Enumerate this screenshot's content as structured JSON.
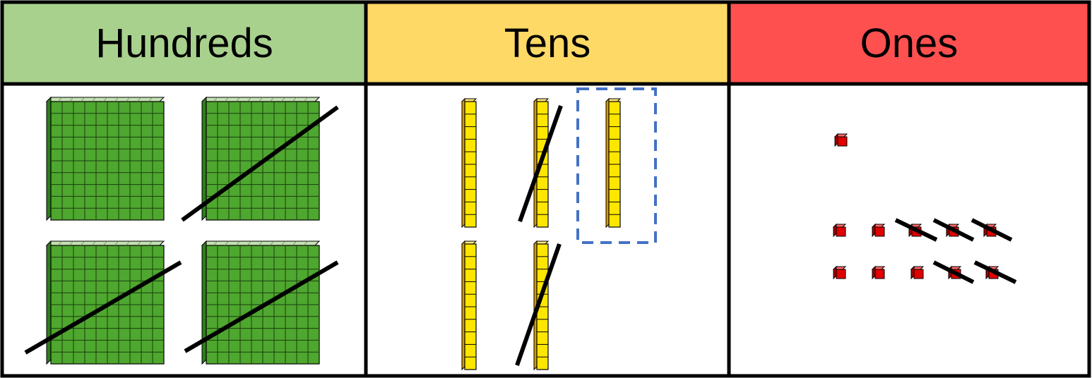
{
  "headers": {
    "hundreds": "Hundreds",
    "tens": "Tens",
    "ones": "Ones"
  },
  "colors": {
    "hundreds_header": "#a9d18e",
    "tens_header": "#ffd966",
    "ones_header": "#ff5050",
    "border": "#000000",
    "hundred_face": "#4ea72e",
    "hundred_top": "#c5e0b4",
    "ten_face": "#ffe600",
    "ten_side": "#d99a00",
    "one_face": "#e00000",
    "one_side": "#a00000",
    "dashed_box": "#4472c4",
    "strike": "#000000"
  },
  "blocks": {
    "hundreds": {
      "total": 4,
      "crossed_out": 3
    },
    "tens": {
      "total": 5,
      "crossed_out": 2,
      "highlighted": 1
    },
    "ones": {
      "total": 11,
      "crossed_out": 5
    }
  }
}
